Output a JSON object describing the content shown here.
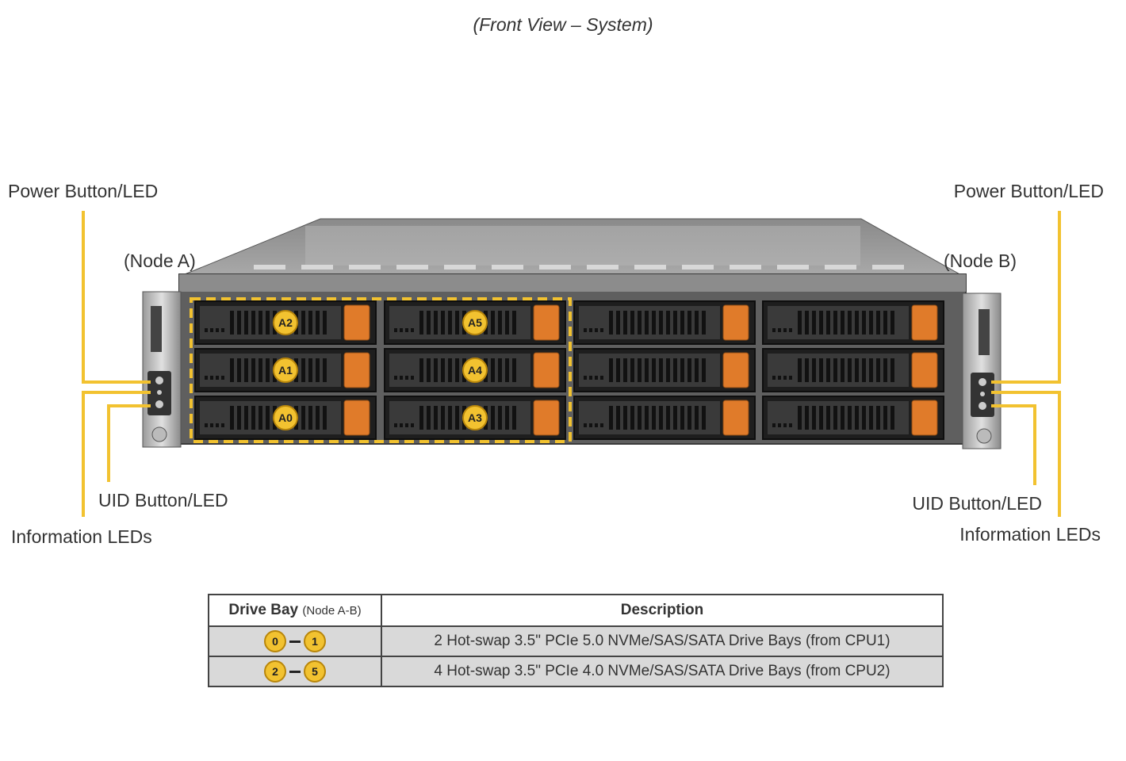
{
  "title": "(Front View – System)",
  "labels": {
    "power_left": "Power Button/LED",
    "power_right": "Power Button/LED",
    "node_a": "(Node A)",
    "node_b": "(Node B)",
    "uid_left": "UID Button/LED",
    "uid_right": "UID Button/LED",
    "info_left": "Information LEDs",
    "info_right": "Information LEDs"
  },
  "bay_labels": [
    "A0",
    "A1",
    "A2",
    "A3",
    "A4",
    "A5"
  ],
  "colors": {
    "highlight": "#f2c230",
    "highlight_border": "#b8860b",
    "drive_handle": "#e07b2a",
    "chassis": "#6f6f6f",
    "leader_line": "#f2c230"
  },
  "table": {
    "header_drive_bay": "Drive Bay",
    "header_drive_bay_sub": "(Node A-B)",
    "header_description": "Description",
    "rows": [
      {
        "from": "0",
        "to": "1",
        "description": "2 Hot-swap 3.5\" PCIe 5.0 NVMe/SAS/SATA Drive  Bays (from  CPU1)"
      },
      {
        "from": "2",
        "to": "5",
        "description": "4 Hot-swap 3.5\" PCIe 4.0 NVMe/SAS/SATA Drive  Bays (from  CPU2)"
      }
    ]
  }
}
